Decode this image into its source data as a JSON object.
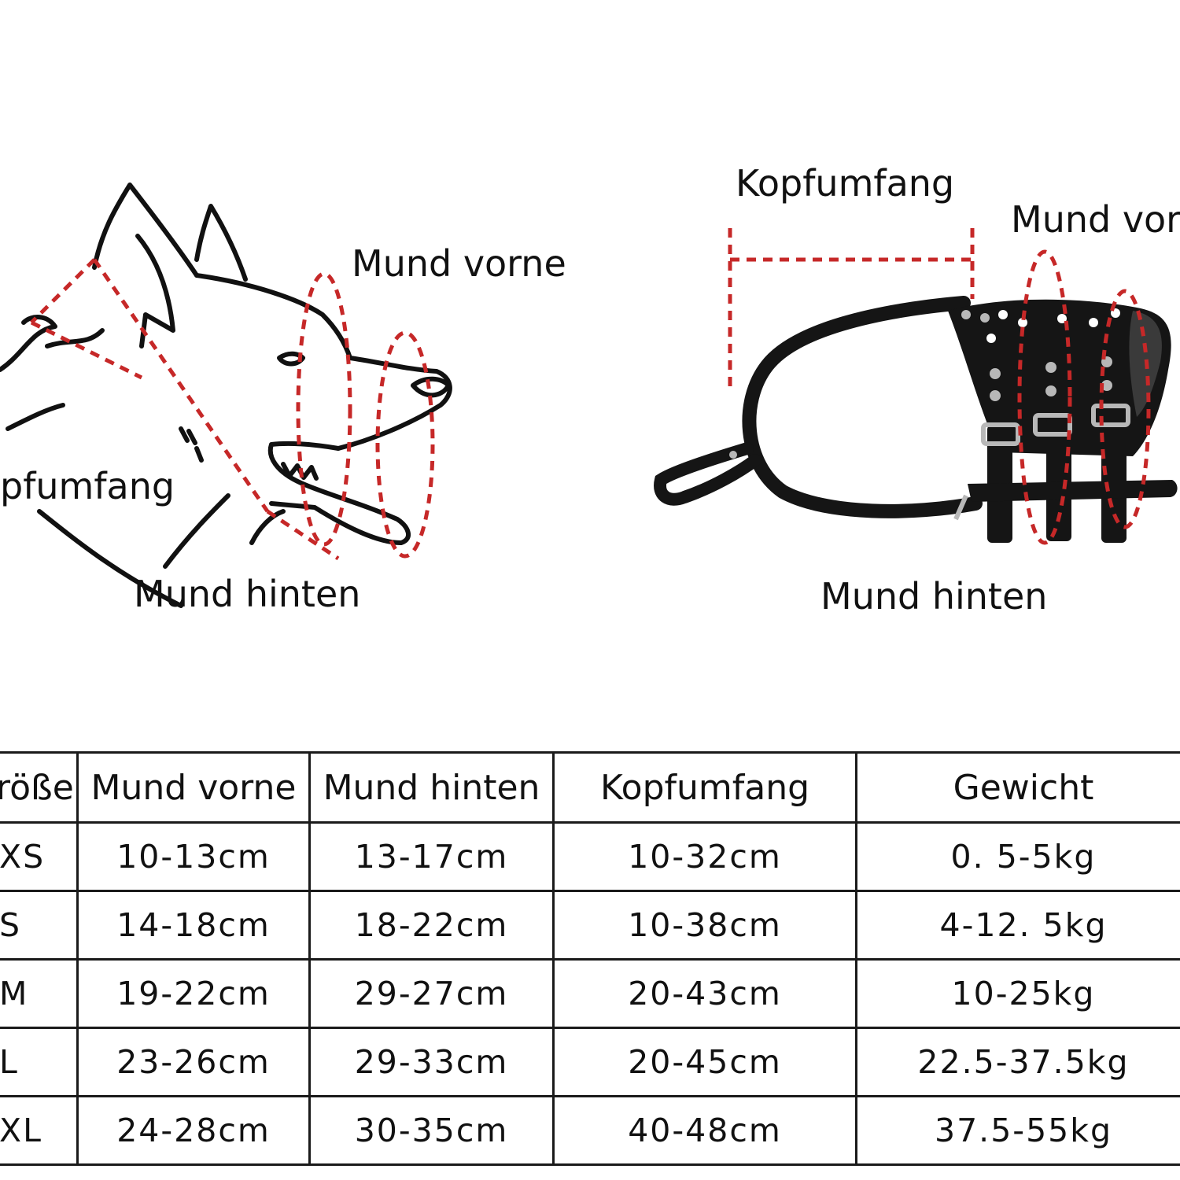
{
  "colors": {
    "ink": "#111111",
    "guide": "#c62828",
    "muzzle": "#151515",
    "metal": "#b8b8b8"
  },
  "icons": {
    "dog": "dog-head-illustration",
    "muzzle": "dog-muzzle-photo"
  },
  "dog_diagram": {
    "labels": {
      "mund_vorne": "Mund vorne",
      "kopfumfang": "pfumfang",
      "mund_hinten": "Mund hinten"
    }
  },
  "muzzle_diagram": {
    "labels": {
      "kopfumfang": "Kopfumfang",
      "mund_vorne": "Mund vorn",
      "mund_hinten": "Mund hinten"
    }
  },
  "table": {
    "headers": [
      "röße",
      "Mund vorne",
      "Mund hinten",
      "Kopfumfang",
      "Gewicht"
    ],
    "rows": [
      {
        "size": "XS",
        "mund_vorne": "10-13cm",
        "mund_hinten": "13-17cm",
        "kopfumfang": "10-32cm",
        "gewicht": "0. 5-5kg"
      },
      {
        "size": "S",
        "mund_vorne": "14-18cm",
        "mund_hinten": "18-22cm",
        "kopfumfang": "10-38cm",
        "gewicht": "4-12. 5kg"
      },
      {
        "size": "M",
        "mund_vorne": "19-22cm",
        "mund_hinten": "29-27cm",
        "kopfumfang": "20-43cm",
        "gewicht": "10-25kg"
      },
      {
        "size": "L",
        "mund_vorne": "23-26cm",
        "mund_hinten": "29-33cm",
        "kopfumfang": "20-45cm",
        "gewicht": "22.5-37.5kg"
      },
      {
        "size": "XL",
        "mund_vorne": "24-28cm",
        "mund_hinten": "30-35cm",
        "kopfumfang": "40-48cm",
        "gewicht": "37.5-55kg"
      }
    ]
  }
}
